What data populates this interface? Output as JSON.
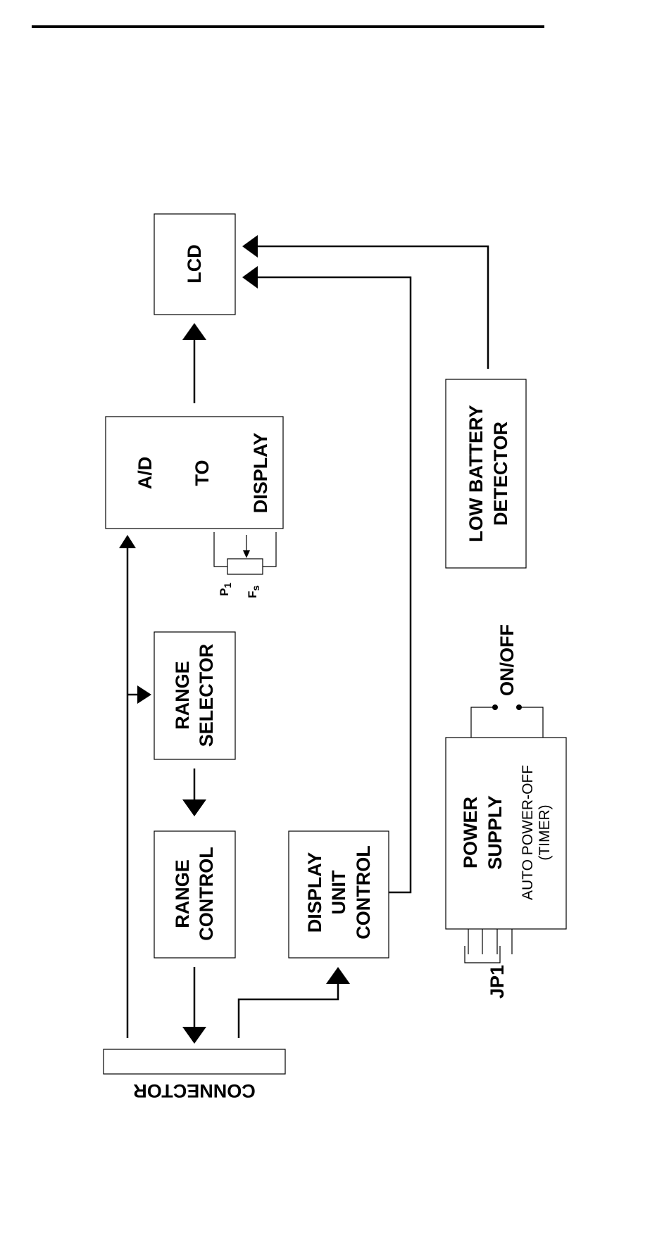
{
  "blocks": {
    "lcd": "LCD",
    "ad_to_display": [
      "A/D",
      "TO",
      "DISPLAY"
    ],
    "range_selector": [
      "RANGE",
      "SELECTOR"
    ],
    "range_control": [
      "RANGE",
      "CONTROL"
    ],
    "display_unit_control": [
      "DISPLAY",
      "UNIT",
      "CONTROL"
    ],
    "low_battery_detector": [
      "LOW BATTERY",
      "DETECTOR"
    ],
    "power_supply": [
      "POWER",
      "SUPPLY"
    ],
    "power_supply_sub": [
      "AUTO POWER-OFF",
      "(TIMER)"
    ],
    "connector": "CONNECTOR"
  },
  "labels": {
    "p1": "P",
    "p1_sub": "1",
    "fs": "F",
    "fs_sub": "s",
    "on_off": "ON/OFF",
    "jp1": "JP1"
  }
}
